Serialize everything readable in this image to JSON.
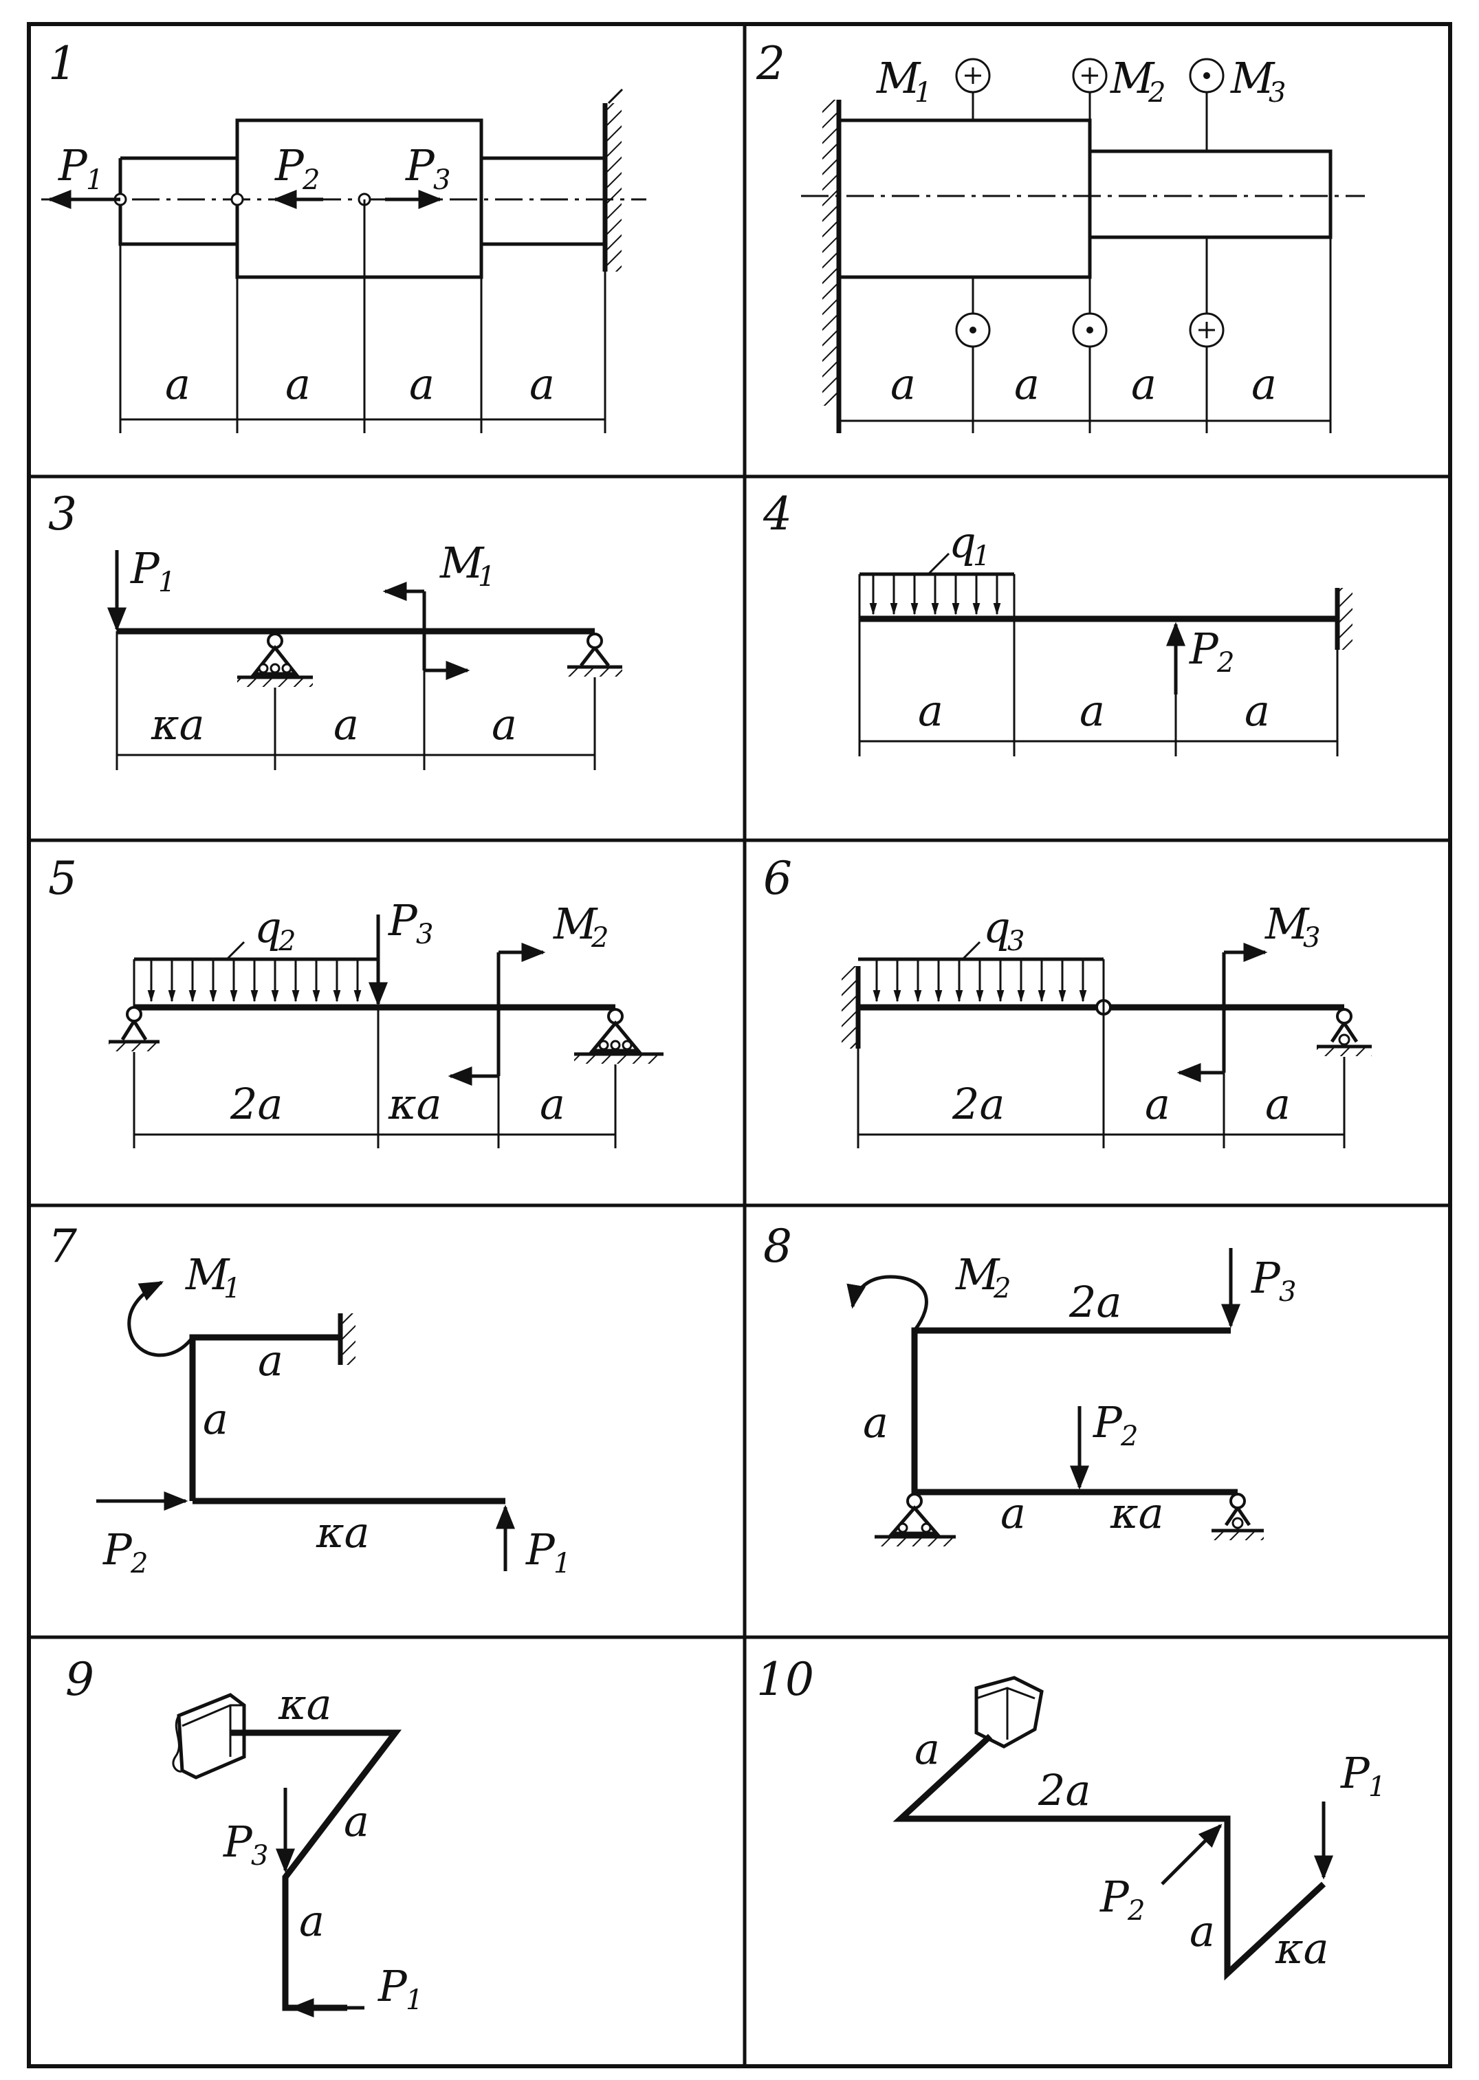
{
  "panels": [
    {
      "number": "1",
      "labels": {
        "p1": "P",
        "p1_sub": "1",
        "p2": "P",
        "p2_sub": "2",
        "p3": "P",
        "p3_sub": "3"
      },
      "dims": [
        "a",
        "a",
        "a",
        "a"
      ]
    },
    {
      "number": "2",
      "labels": {
        "m1": "M",
        "m1_sub": "1",
        "m2": "M",
        "m2_sub": "2",
        "m3": "M",
        "m3_sub": "3"
      },
      "dims": [
        "a",
        "a",
        "a",
        "a"
      ]
    },
    {
      "number": "3",
      "labels": {
        "p1": "P",
        "p1_sub": "1",
        "m1": "M",
        "m1_sub": "1"
      },
      "dims": [
        "κa",
        "a",
        "a"
      ]
    },
    {
      "number": "4",
      "labels": {
        "q1": "q",
        "q1_sub": "1",
        "p2": "P",
        "p2_sub": "2"
      },
      "dims": [
        "a",
        "a",
        "a"
      ]
    },
    {
      "number": "5",
      "labels": {
        "q2": "q",
        "q2_sub": "2",
        "p3": "P",
        "p3_sub": "3",
        "m2": "M",
        "m2_sub": "2"
      },
      "dims": [
        "2a",
        "κa",
        "a"
      ]
    },
    {
      "number": "6",
      "labels": {
        "q3": "q",
        "q3_sub": "3",
        "m3": "M",
        "m3_sub": "3"
      },
      "dims": [
        "2a",
        "a",
        "a"
      ]
    },
    {
      "number": "7",
      "labels": {
        "m1": "M",
        "m1_sub": "1",
        "p2": "P",
        "p2_sub": "2",
        "p1": "P",
        "p1_sub": "1"
      },
      "dims": [
        "a",
        "a",
        "κa"
      ]
    },
    {
      "number": "8",
      "labels": {
        "m2": "M",
        "m2_sub": "2",
        "p3": "P",
        "p3_sub": "3",
        "p2": "P",
        "p2_sub": "2"
      },
      "dims": [
        "2a",
        "a",
        "a",
        "κa"
      ]
    },
    {
      "number": "9",
      "labels": {
        "p3": "P",
        "p3_sub": "3",
        "p1": "P",
        "p1_sub": "1"
      },
      "dims": [
        "κa",
        "a",
        "a"
      ]
    },
    {
      "number": "10",
      "labels": {
        "p1": "P",
        "p1_sub": "1",
        "p2": "P",
        "p2_sub": "2"
      },
      "dims": [
        "a",
        "2a",
        "a",
        "κa"
      ]
    }
  ]
}
